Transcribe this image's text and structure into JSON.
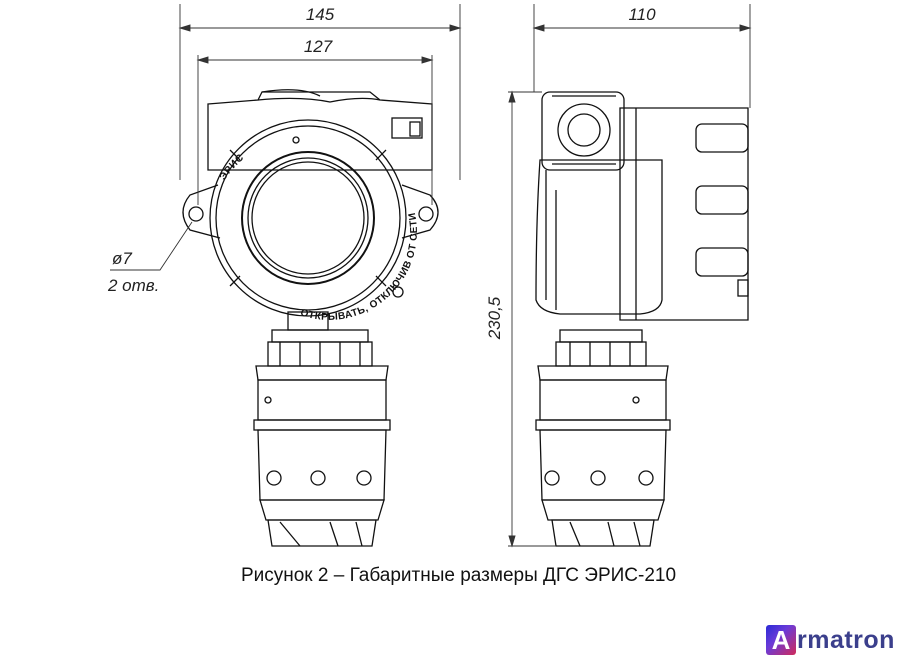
{
  "dimensions": {
    "front_overall_width": "145",
    "front_bracket_width": "127",
    "side_depth": "110",
    "height": "230,5",
    "hole_diameter": "ø7",
    "hole_count": "2 отв."
  },
  "ring_text": {
    "brand": "ЭРИС",
    "warning": "ОТКРЫВАТЬ, ОТКЛЮЧИВ ОТ СЕТИ"
  },
  "caption": "Рисунок 2 – Габаритные размеры ДГС ЭРИС-210",
  "logo": {
    "initial": "A",
    "rest": "rmatron"
  },
  "colors": {
    "line": "#111111",
    "logo_text": "#3b3f8c"
  }
}
